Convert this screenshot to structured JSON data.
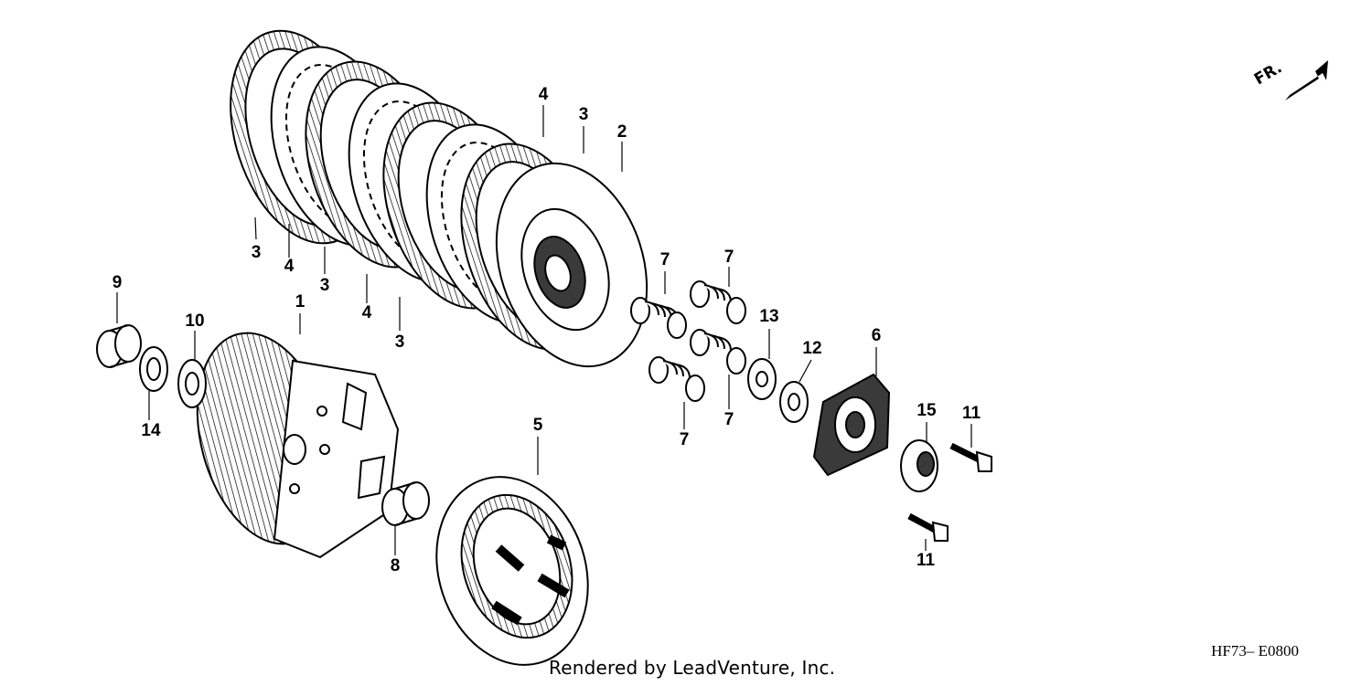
{
  "diagram": {
    "code": "HF73– E0800",
    "credit": "Rendered by LeadVenture, Inc.",
    "direction_label": "FR.",
    "colors": {
      "line": "#000000",
      "paper": "#ffffff",
      "shade": "#3a3a3a"
    }
  },
  "callouts": [
    {
      "id": "c3a",
      "text": "3"
    },
    {
      "id": "c4a",
      "text": "4"
    },
    {
      "id": "c3b",
      "text": "3"
    },
    {
      "id": "c4b",
      "text": "4"
    },
    {
      "id": "c3c",
      "text": "3"
    },
    {
      "id": "c4c",
      "text": "4"
    },
    {
      "id": "c3d",
      "text": "3"
    },
    {
      "id": "c2",
      "text": "2"
    },
    {
      "id": "c9",
      "text": "9"
    },
    {
      "id": "c1",
      "text": "1"
    },
    {
      "id": "c10",
      "text": "10"
    },
    {
      "id": "c14",
      "text": "14"
    },
    {
      "id": "c7a",
      "text": "7"
    },
    {
      "id": "c7b",
      "text": "7"
    },
    {
      "id": "c7c",
      "text": "7"
    },
    {
      "id": "c7d",
      "text": "7"
    },
    {
      "id": "c13",
      "text": "13"
    },
    {
      "id": "c12",
      "text": "12"
    },
    {
      "id": "c6",
      "text": "6"
    },
    {
      "id": "c15",
      "text": "15"
    },
    {
      "id": "c11a",
      "text": "11"
    },
    {
      "id": "c11b",
      "text": "11"
    },
    {
      "id": "c5",
      "text": "5"
    },
    {
      "id": "c8",
      "text": "8"
    }
  ]
}
